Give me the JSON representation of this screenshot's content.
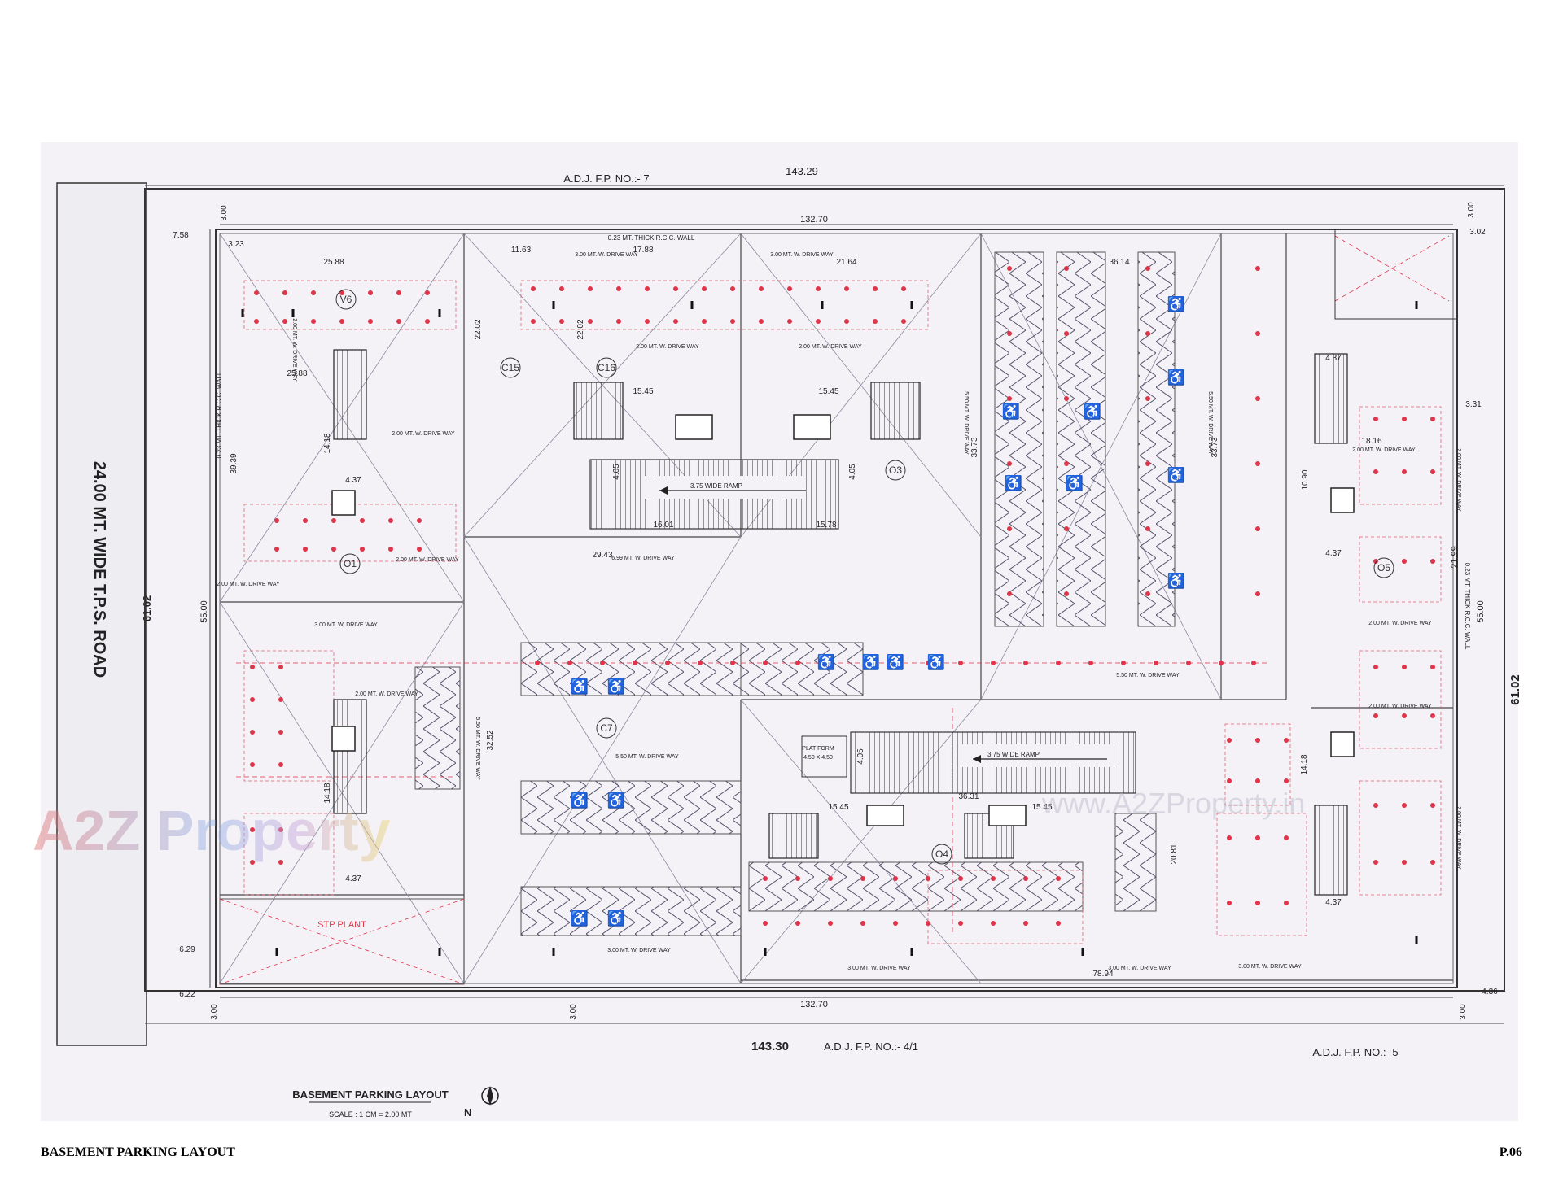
{
  "plan": {
    "neighbours": {
      "north": "A.D.J. F.P. NO.:- 7",
      "south_mid": "A.D.J. F.P. NO.:- 4/1",
      "south_right": "A.D.J. F.P. NO.:- 5"
    },
    "road_label": "24.00 MT. WIDE T.P.S. ROAD",
    "dims": {
      "top_overall": "143.29",
      "bottom_overall": "143.30",
      "inner_top": "132.70",
      "inner_bottom": "132.70",
      "left_overall": "61.02",
      "right_overall": "61.02",
      "left_inner": "55.00",
      "right_inner": "55.00",
      "right_inner2": "21.99",
      "offset_top_left": "7.58",
      "offset_top_right": "3.02",
      "offset_bottom_left": "6.22",
      "offset_bottom_right": "4.36",
      "offset_left_6": "6.29",
      "margin_300": "3.00",
      "d_2588": "25.88",
      "d_2202": "22.02",
      "d_1163": "11.63",
      "d_1788": "17.88",
      "d_2164": "21.64",
      "d_3614": "36.14",
      "d_1545": "15.45",
      "d_437": "4.37",
      "d_1418": "14.18",
      "d_3373": "33.73",
      "d_2943": "29.43",
      "d_1601": "16.01",
      "d_1578": "15.78",
      "d_3252": "32.52",
      "d_3631": "36.31",
      "d_2081": "20.81",
      "d_7894": "78.94",
      "d_405": "4.05",
      "d_1816": "18.16",
      "d_1090": "10.90",
      "d_323": "3.23",
      "d_331": "3.31",
      "d_3939": "39.39"
    },
    "driveways": {
      "dw200": "2.00 MT. W. DRIVE WAY",
      "dw300": "3.00 MT. W. DRIVE WAY",
      "dw550": "5.50 MT. W. DRIVE WAY",
      "dw699": "6.99 MT. W. DRIVE WAY"
    },
    "ramps": {
      "ramp_top": "3.75 WIDE RAMP",
      "ramp_bottom": "3.75 WIDE RAMP"
    },
    "zones": {
      "c15": "C15",
      "c16": "C16",
      "c7": "C7",
      "o1": "O1",
      "o3": "O3",
      "o4": "O4",
      "o5": "O5",
      "v6": "V6"
    },
    "labels": {
      "stp": "STP PLANT",
      "wall": "0.23 MT. THICK R.C.C. WALL",
      "platform": "PLAT FORM",
      "platform_size": "4.50 X 4.50"
    },
    "title_block": {
      "title": "BASEMENT PARKING LAYOUT",
      "scale": "SCALE : 1 CM = 2.00 MT",
      "north": "N"
    },
    "watermark": {
      "logo": "A2Z Property",
      "url": "www.A2ZProperty.in"
    }
  },
  "footer": {
    "left": "BASEMENT PARKING LAYOUT",
    "right": "P.06"
  },
  "colors": {
    "line": "#3a3a4a",
    "red": "#e0344a",
    "paper": "#f4f2f7"
  }
}
